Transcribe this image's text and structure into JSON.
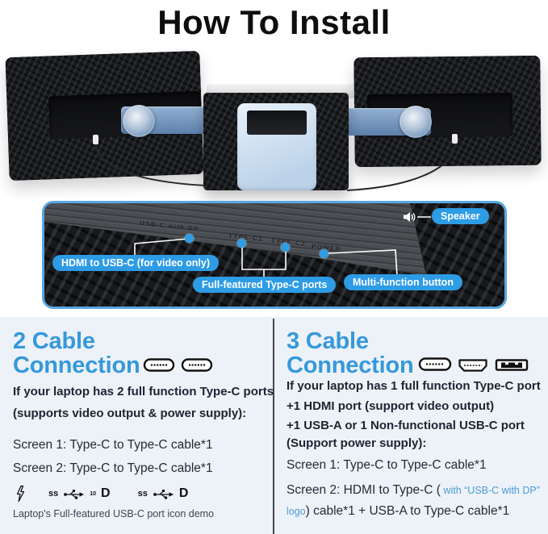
{
  "title": "How To Install",
  "ports_panel": {
    "port_labels": [
      "USB-C with DP",
      "TYPE-C1",
      "TYPE-C2",
      "POWER"
    ],
    "callouts": {
      "speaker": "Speaker",
      "hdmi_usbc": "HDMI to USB-C (for video only)",
      "full_typec": "Full-featured Type-C ports",
      "multi_button": "Multi-function button"
    }
  },
  "left_column": {
    "heading_line1": "2 Cable",
    "heading_line2": "Connection",
    "intro_line1": "If your laptop has 2 full function Type-C ports",
    "intro_line2": "(supports video output & power supply):",
    "screen1": "Screen 1: Type-C to Type-C cable*1",
    "screen2": "Screen 2: Type-C to Type-C cable*1",
    "usb_ss_label": "ss",
    "usb_gen_sup": "10",
    "dp_logo_label": "D",
    "icons_caption": "Laptop's Full-featured USB-C port icon demo"
  },
  "right_column": {
    "heading_line1": "3 Cable",
    "heading_line2": "Connection",
    "intro_line1": "If your laptop has 1 full function Type-C port",
    "intro_line2": "+1 HDMI port (support video output)",
    "intro_line3": "+1 USB-A or 1 Non-functional USB-C port",
    "intro_line4": "(Support power supply):",
    "screen1": "Screen 1: Type-C to Type-C cable*1",
    "screen2_part1": "Screen 2: HDMI to Type-C (",
    "screen2_note": " with “USB-C with DP” logo",
    "screen2_part2": ") cable*1 + USB-A to Type-C cable*1"
  },
  "colors": {
    "accent_blue": "#3599db",
    "callout_blue": "#2e9be5",
    "panel_border_blue": "#57a7e2",
    "section_bg": "#edf1f8"
  }
}
